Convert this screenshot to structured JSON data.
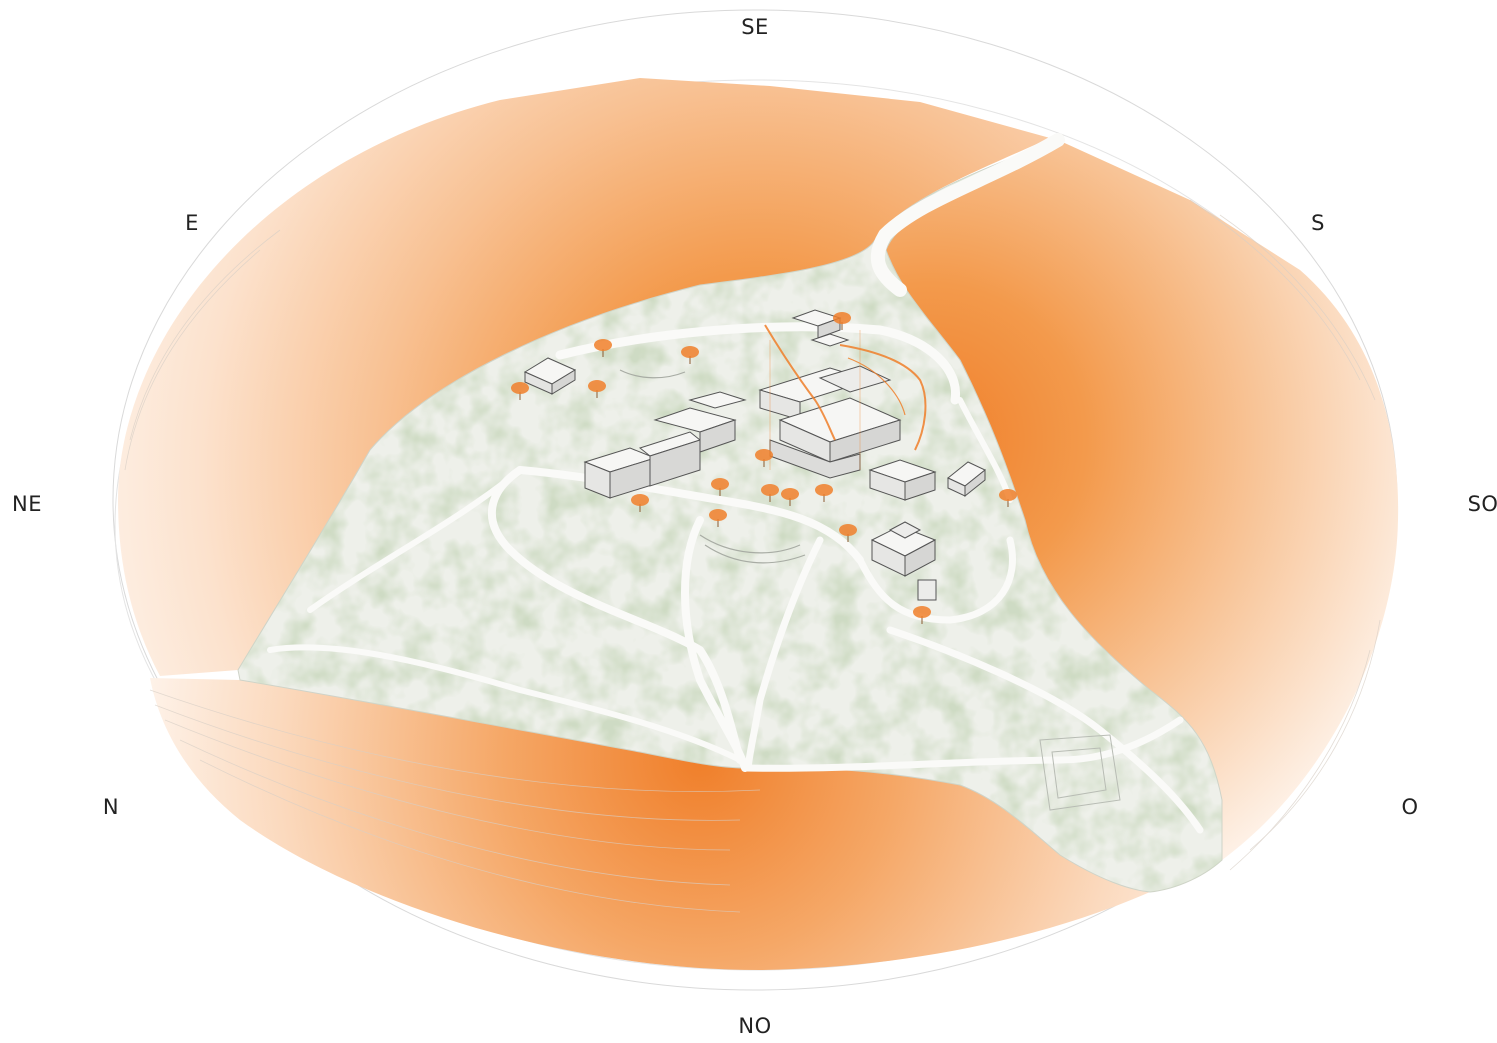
{
  "compass": {
    "se": "SE",
    "e": "E",
    "s": "S",
    "ne": "NE",
    "so": "SO",
    "n": "N",
    "o": "O",
    "no": "NO"
  },
  "colors": {
    "sector_orange": "#f39a4c",
    "sector_fade": "#fde9d8",
    "ground": "#eef0ea",
    "vegetation": "#c8d4b6",
    "path": "#f7f7f5",
    "building_line": "#555555",
    "accent": "#f07f2a"
  },
  "icons": {
    "trees": "orange-tree-icon",
    "buildings": "building-icon"
  }
}
